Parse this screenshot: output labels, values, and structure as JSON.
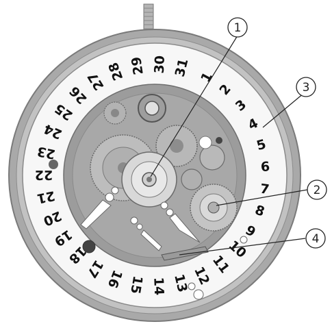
{
  "dial": {
    "dates": [
      "1",
      "2",
      "3",
      "4",
      "5",
      "6",
      "7",
      "8",
      "9",
      "10",
      "11",
      "12",
      "13",
      "14",
      "15",
      "16",
      "17",
      "18",
      "19",
      "20",
      "21",
      "22",
      "23",
      "24",
      "25",
      "26",
      "27",
      "28",
      "29",
      "30",
      "31"
    ]
  },
  "callouts": [
    {
      "label": "1",
      "target": "center-wheel"
    },
    {
      "label": "2",
      "target": "right-wheel"
    },
    {
      "label": "3",
      "target": "date-ring"
    },
    {
      "label": "4",
      "target": "lower-lever"
    }
  ]
}
